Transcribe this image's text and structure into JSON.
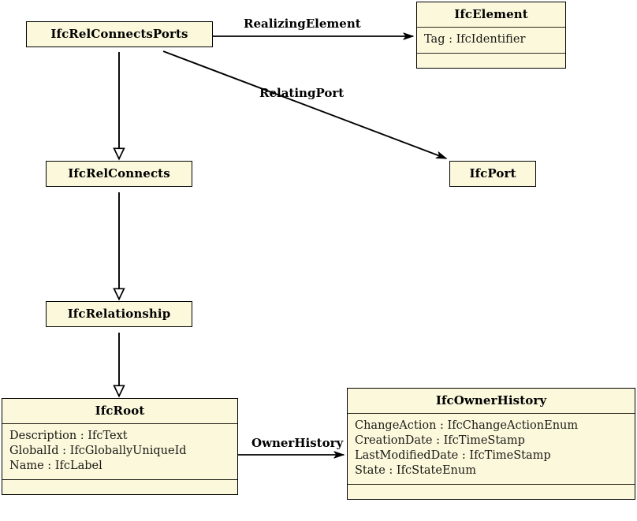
{
  "diagram": {
    "title": "IFC Class Diagram",
    "type": "uml-class-diagram",
    "colors": {
      "class_fill": "#fbf8dc",
      "class_border": "#000000",
      "line": "#000000",
      "text": "#000000",
      "background": "#ffffff"
    }
  },
  "classes": [
    {
      "id": "IfcRelConnectsPorts",
      "name": "IfcRelConnectsPorts",
      "attributes": [],
      "has_empty_compartment": false
    },
    {
      "id": "IfcElement",
      "name": "IfcElement",
      "attributes": [
        "Tag : IfcIdentifier"
      ],
      "has_empty_compartment": true
    },
    {
      "id": "IfcRelConnects",
      "name": "IfcRelConnects",
      "attributes": [],
      "has_empty_compartment": false
    },
    {
      "id": "IfcPort",
      "name": "IfcPort",
      "attributes": [],
      "has_empty_compartment": false
    },
    {
      "id": "IfcRelationship",
      "name": "IfcRelationship",
      "attributes": [],
      "has_empty_compartment": false
    },
    {
      "id": "IfcRoot",
      "name": "IfcRoot",
      "attributes": [
        "Description : IfcText",
        "GlobalId : IfcGloballyUniqueId",
        "Name : IfcLabel"
      ],
      "has_empty_compartment": true
    },
    {
      "id": "IfcOwnerHistory",
      "name": "IfcOwnerHistory",
      "attributes": [
        "ChangeAction : IfcChangeActionEnum",
        "CreationDate : IfcTimeStamp",
        "LastModifiedDate : IfcTimeStamp",
        "State : IfcStateEnum"
      ],
      "has_empty_compartment": true
    }
  ],
  "relationships": [
    {
      "id": "realizing-element",
      "label": "RealizingElement",
      "from": "IfcRelConnectsPorts",
      "to": "IfcElement",
      "kind": "association"
    },
    {
      "id": "relating-port",
      "label": "RelatingPort",
      "from": "IfcRelConnectsPorts",
      "to": "IfcPort",
      "kind": "association"
    },
    {
      "id": "owner-history",
      "label": "OwnerHistory",
      "from": "IfcRoot",
      "to": "IfcOwnerHistory",
      "kind": "association"
    },
    {
      "id": "gen-relconnectsports-relconnects",
      "label": "",
      "from": "IfcRelConnectsPorts",
      "to": "IfcRelConnects",
      "kind": "generalization"
    },
    {
      "id": "gen-relconnects-relationship",
      "label": "",
      "from": "IfcRelConnects",
      "to": "IfcRelationship",
      "kind": "generalization"
    },
    {
      "id": "gen-relationship-root",
      "label": "",
      "from": "IfcRelationship",
      "to": "IfcRoot",
      "kind": "generalization"
    }
  ]
}
